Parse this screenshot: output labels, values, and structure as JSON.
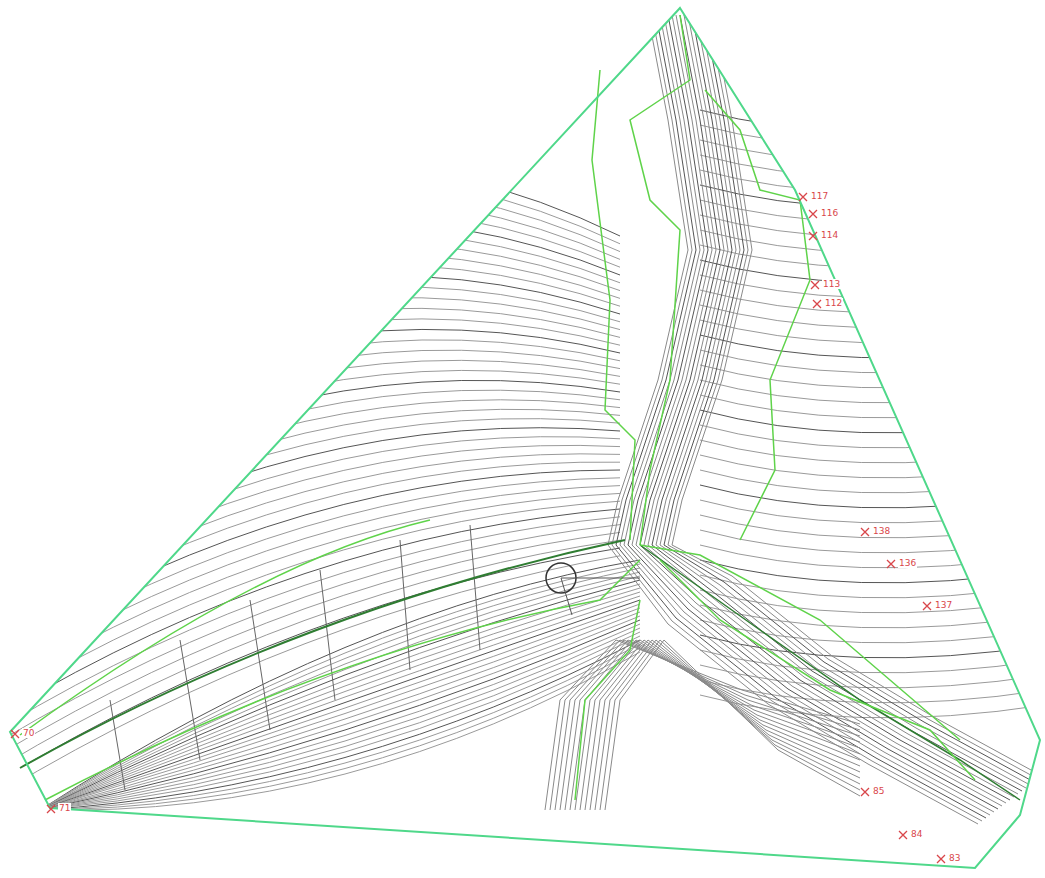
{
  "diagram": {
    "labels": [
      "70",
      "71",
      "138",
      "136",
      "137",
      "117",
      "116",
      "114",
      "113",
      "112",
      "83",
      "84",
      "85"
    ]
  }
}
